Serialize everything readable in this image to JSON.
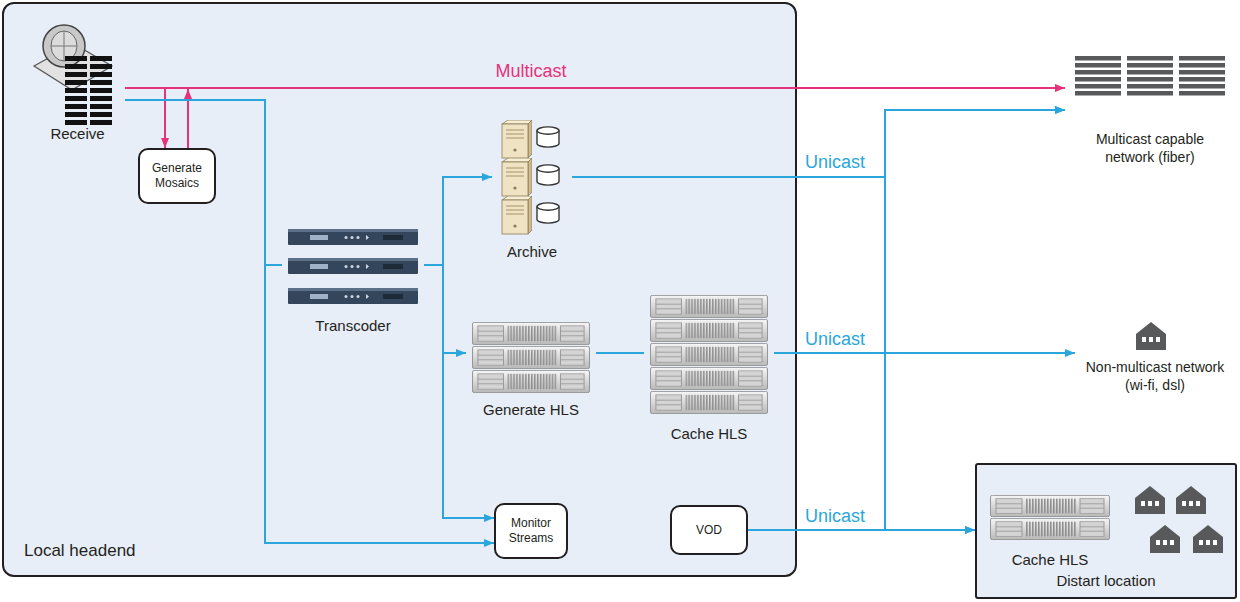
{
  "diagram": {
    "nodes": [
      {
        "text": [
          "Local headend"
        ]
      },
      {
        "text": [
          "Receive"
        ],
        "in": 0
      },
      {
        "text": [
          "Generate Mosaics"
        ],
        "in": 0
      },
      {
        "text": [
          "Transcoder"
        ],
        "in": 0
      },
      {
        "text": [
          "Archive"
        ],
        "in": 0
      },
      {
        "text": [
          "Generate HLS"
        ],
        "in": 0
      },
      {
        "text": [
          "Cache HLS"
        ],
        "in": 0
      },
      {
        "text": [
          "Monitor Streams"
        ],
        "in": 0
      },
      {
        "text": [
          "VOD"
        ],
        "in": 0
      },
      {
        "text": [
          "Multicast capable network (fiber)"
        ]
      },
      {
        "text": [
          "Non-multicast network (wi-fi, dsl)"
        ]
      },
      {
        "text": [
          "Distart location"
        ]
      },
      {
        "text": [
          "Cache HLS"
        ],
        "in": 11
      }
    ],
    "edges": [
      {
        "from": 1,
        "to": 9,
        "arrow": "to",
        "label": "Multicast"
      },
      {
        "from": 1,
        "to": 2,
        "arrow": "to"
      },
      {
        "from": 2,
        "to": 1,
        "arrow": "to"
      },
      {
        "from": 1,
        "to": 3,
        "arrow": "none"
      },
      {
        "from": 1,
        "to": 7,
        "arrow": "to"
      },
      {
        "from": 3,
        "to": 4,
        "arrow": "to"
      },
      {
        "from": 3,
        "to": 5,
        "arrow": "to"
      },
      {
        "from": 3,
        "to": 7,
        "arrow": "to"
      },
      {
        "from": 5,
        "to": 6,
        "arrow": "none"
      },
      {
        "from": 4,
        "to": 9,
        "arrow": "to",
        "label": "Unicast"
      },
      {
        "from": 4,
        "to": 11,
        "arrow": "to"
      },
      {
        "from": 6,
        "to": 10,
        "arrow": "to",
        "label": "Unicast"
      },
      {
        "from": 8,
        "to": 9,
        "arrow": "to"
      },
      {
        "from": 8,
        "to": 11,
        "arrow": "to",
        "label": "Unicast"
      }
    ]
  }
}
